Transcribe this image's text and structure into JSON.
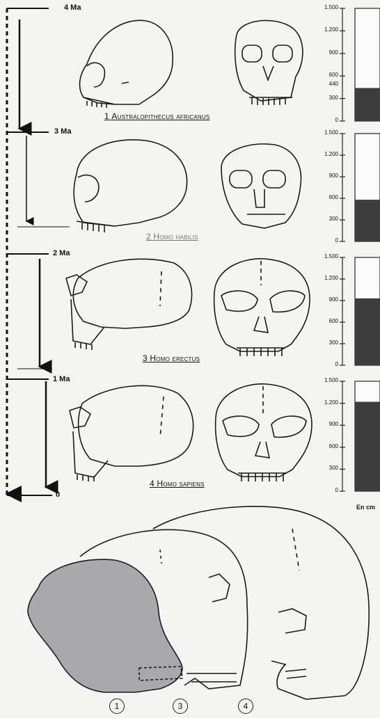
{
  "timeline": {
    "markers": [
      "4 Ma",
      "3 Ma",
      "2 Ma",
      "1 Ma",
      "0"
    ]
  },
  "species": [
    {
      "number": "1",
      "name": "Australopithecus africanus",
      "brain_cc": 440
    },
    {
      "number": "2",
      "name": "Homo habilis",
      "brain_cc": 580
    },
    {
      "number": "3",
      "name": "Homo erectus",
      "brain_cc": 930
    },
    {
      "number": "4",
      "name": "Homo sapiens",
      "brain_cc": 1220
    }
  ],
  "bar_scale": {
    "ticks": [
      "0",
      "300",
      "600",
      "900",
      "1.200",
      "1.500"
    ],
    "max": 1500,
    "extra_tick_panel1": "440"
  },
  "unit_label": "En cm",
  "comparison_labels": [
    "1",
    "3",
    "4"
  ],
  "colors": {
    "bar_fill": "#3c3c3c",
    "overlay_skull": "#a9a9ad",
    "line": "#1a1a1a"
  }
}
